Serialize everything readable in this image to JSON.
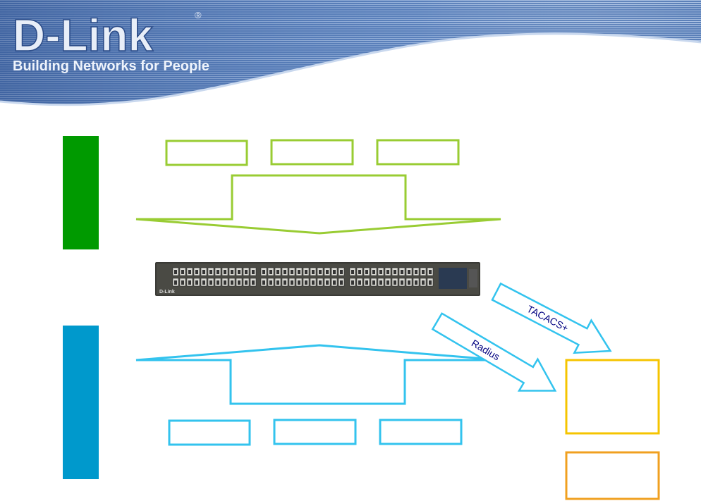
{
  "header": {
    "logo_text": "D-Link",
    "registered_mark": "®",
    "tagline": "Building Networks for People"
  },
  "switch": {
    "brand_label": "D-Link"
  },
  "arrows": {
    "tacacs_label": "TACACS+",
    "radius_label": "Radius"
  },
  "colors": {
    "green": "#009a00",
    "blue": "#0099cc",
    "lime": "#99cc33",
    "cyan": "#33c3ee",
    "yellow": "#f5c400",
    "orange": "#f0a020",
    "arrow_text": "#000080"
  }
}
